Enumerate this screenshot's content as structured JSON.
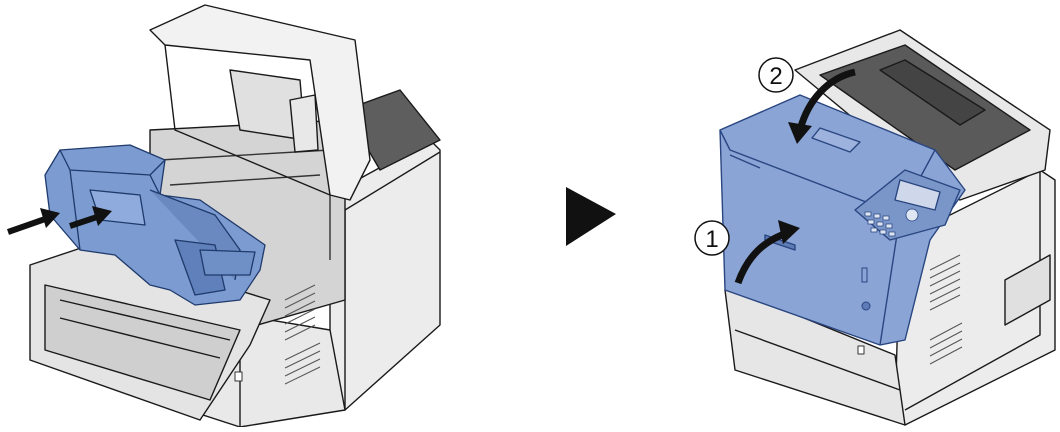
{
  "steps": [
    {
      "number": "1",
      "glyph": "①"
    },
    {
      "number": "2",
      "glyph": "②"
    }
  ],
  "colors": {
    "toner_blue": "#7c9bd1",
    "toner_blue_dark": "#3d5f99",
    "cover_blue": "#8aa4d6",
    "outline": "#1a1a1a",
    "printer_grey": "#e6e6e6",
    "printer_dark": "#5a5a5a",
    "arrow": "#111111"
  },
  "icons": {
    "insert_arrow": "insert-arrow-icon",
    "sequence_arrow": "play-triangle-icon",
    "close_arrow": "curved-arrow-icon"
  }
}
